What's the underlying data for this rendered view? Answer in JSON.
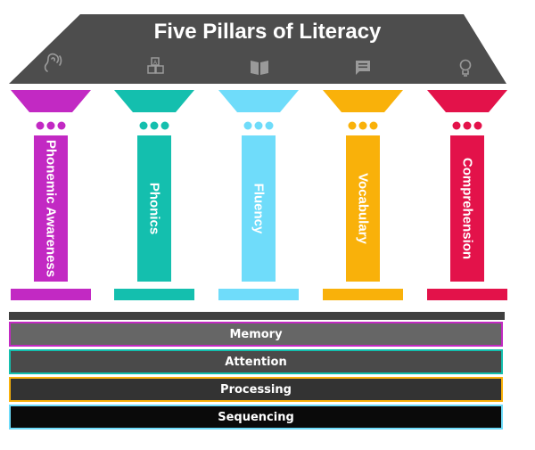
{
  "title": "Five Pillars of Literacy",
  "colors": {
    "roof": "#4d4d4d",
    "base_bar": "#3f3f3f",
    "icon": "#9a9a9a"
  },
  "pillars": [
    {
      "label": "Phonemic Awareness",
      "icon": "ear-icon",
      "color": "#c229c3"
    },
    {
      "label": "Phonics",
      "icon": "blocks-icon",
      "color": "#14bfae"
    },
    {
      "label": "Fluency",
      "icon": "book-icon",
      "color": "#6fdcfa"
    },
    {
      "label": "Vocabulary",
      "icon": "chat-icon",
      "color": "#f9b10a"
    },
    {
      "label": "Comprehension",
      "icon": "lightbulb-icon",
      "color": "#e3124a"
    }
  ],
  "foundation": [
    {
      "label": "Memory",
      "fill": "#666666",
      "border": "#c229c3"
    },
    {
      "label": "Attention",
      "fill": "#4a4a4a",
      "border": "#14bfae"
    },
    {
      "label": "Processing",
      "fill": "#333333",
      "border": "#f9b10a"
    },
    {
      "label": "Sequencing",
      "fill": "#0a0a0a",
      "border": "#6fdcfa"
    }
  ]
}
